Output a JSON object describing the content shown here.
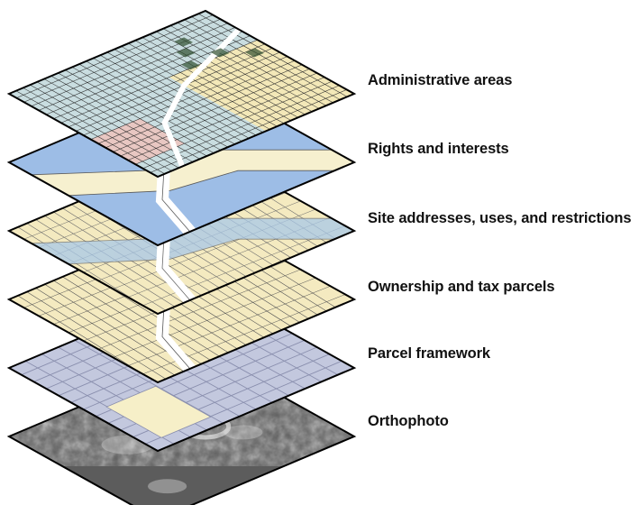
{
  "layers": [
    {
      "label": "Administrative areas",
      "kind": "map-dense",
      "base": "#c9dde0",
      "accent": "#f3e8b8",
      "line": "#2a2a2a"
    },
    {
      "label": "Rights and interests",
      "kind": "river",
      "base": "#9dbde6",
      "accent": "#f6f0cf",
      "line": "#5a5a5a"
    },
    {
      "label": "Site addresses, uses, and restrictions",
      "kind": "parcels-river",
      "base": "#f4eac0",
      "accent": "#a9c8e8",
      "line": "#6a6a6a"
    },
    {
      "label": "Ownership and tax parcels",
      "kind": "parcels",
      "base": "#f4eac0",
      "accent": "#ffffff",
      "line": "#555555"
    },
    {
      "label": "Parcel framework",
      "kind": "grid",
      "base": "#c3c8de",
      "accent": "#f6efc8",
      "line": "#8a8fae"
    },
    {
      "label": "Orthophoto",
      "kind": "photo",
      "base": "#5c5c5c",
      "accent": "#bdbdbd",
      "line": "#1a1a1a"
    }
  ]
}
